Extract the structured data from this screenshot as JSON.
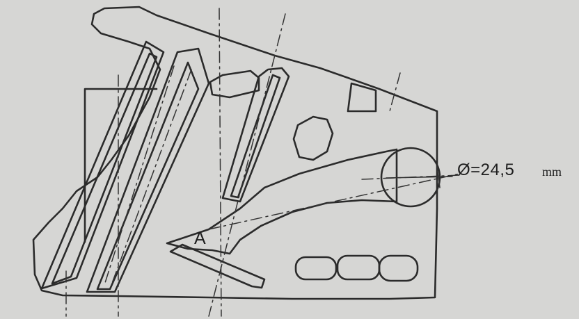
{
  "figure": {
    "section_label": "A",
    "diameter_value": "Ø=24,5",
    "diameter_unit": "mm",
    "icons": [
      "engine-cylinder-head-cross-section"
    ],
    "colors": {
      "paper": "#d6d6d4",
      "ink": "#2b2b2b"
    }
  }
}
